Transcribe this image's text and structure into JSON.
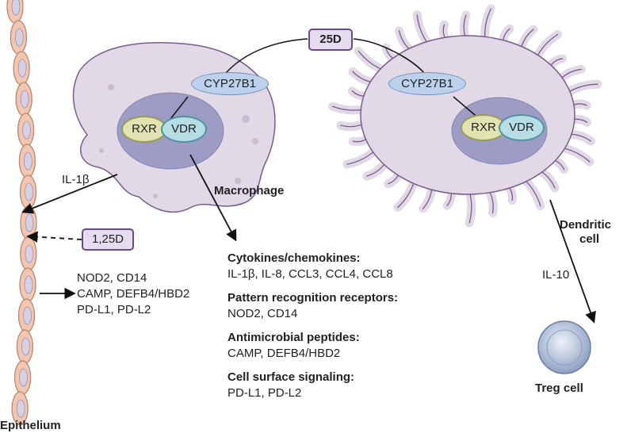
{
  "labels": {
    "d25": "25D",
    "d125": "1,25D",
    "cyp_macrophage": "CYP27B1",
    "cyp_dendritic": "CYP27B1",
    "rxr_macrophage": "RXR",
    "vdr_macrophage": "VDR",
    "rxr_dendritic": "RXR",
    "vdr_dendritic": "VDR",
    "macrophage": "Macrophage",
    "dendritic_line1": "Dendritic",
    "dendritic_line2": "cell",
    "il10": "IL-10",
    "treg": "Treg cell",
    "il1b": "IL-1β",
    "epithelium": "Epithelium"
  },
  "epithelial_genes": [
    "NOD2, CD14",
    "CAMP, DEFB4/HBD2",
    "PD-L1, PD-L2"
  ],
  "macrophage_outputs": [
    {
      "heading": "Cytokines/chemokines:",
      "items": "IL-1β, IL-8, CCL3, CCL4, CCL8"
    },
    {
      "heading": "Pattern recognition receptors:",
      "items": "NOD2, CD14"
    },
    {
      "heading": "Antimicrobial peptides:",
      "items": "CAMP, DEFB4/HBD2"
    },
    {
      "heading": "Cell surface signaling:",
      "items": "PD-L1, PD-L2"
    }
  ],
  "colors": {
    "cell_fill": "#e2d9e6",
    "nucleus_fill": "#9c9cc4",
    "tag_fill": "#e6dcef",
    "tag_border": "#6a4a86",
    "cyp_fill": "#bcd2ec",
    "rxr_fill": "#e1e3b3",
    "vdr_fill": "#b7dde5",
    "epithelial_cell": "#f2c7b2",
    "treg_fill": "#b9c6dc"
  }
}
